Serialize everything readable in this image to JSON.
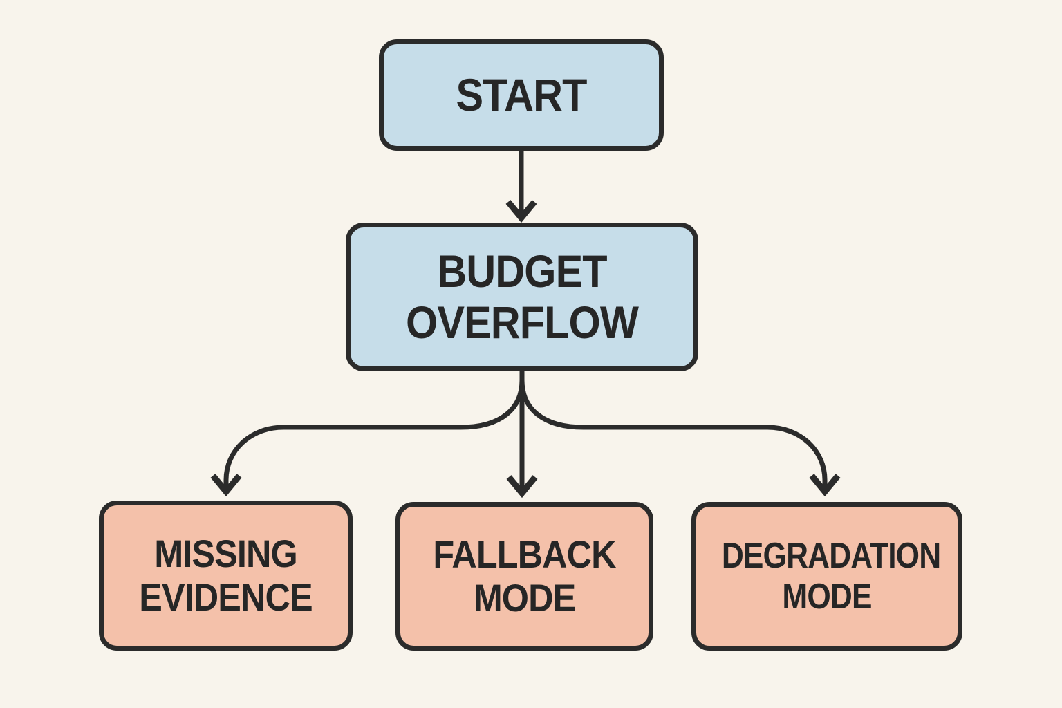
{
  "diagram": {
    "type": "flowchart",
    "colors": {
      "background": "#F8F4EC",
      "stroke": "#2B2B2B",
      "primary_node_fill": "#C6DDE9",
      "secondary_node_fill": "#F4C1AA",
      "text": "#262626"
    },
    "nodes": [
      {
        "id": "start",
        "label": "START",
        "style": "primary"
      },
      {
        "id": "budget-overflow",
        "label": "BUDGET OVERFLOW",
        "style": "primary"
      },
      {
        "id": "missing-evidence",
        "label": "MISSING EVIDENCE",
        "style": "secondary"
      },
      {
        "id": "fallback-mode",
        "label": "FALLBACK MODE",
        "style": "secondary"
      },
      {
        "id": "degradation-mode",
        "label": "DEGRADATION MODE",
        "style": "secondary"
      }
    ],
    "edges": [
      {
        "from": "start",
        "to": "budget-overflow"
      },
      {
        "from": "budget-overflow",
        "to": "missing-evidence"
      },
      {
        "from": "budget-overflow",
        "to": "fallback-mode"
      },
      {
        "from": "budget-overflow",
        "to": "degradation-mode"
      }
    ]
  }
}
